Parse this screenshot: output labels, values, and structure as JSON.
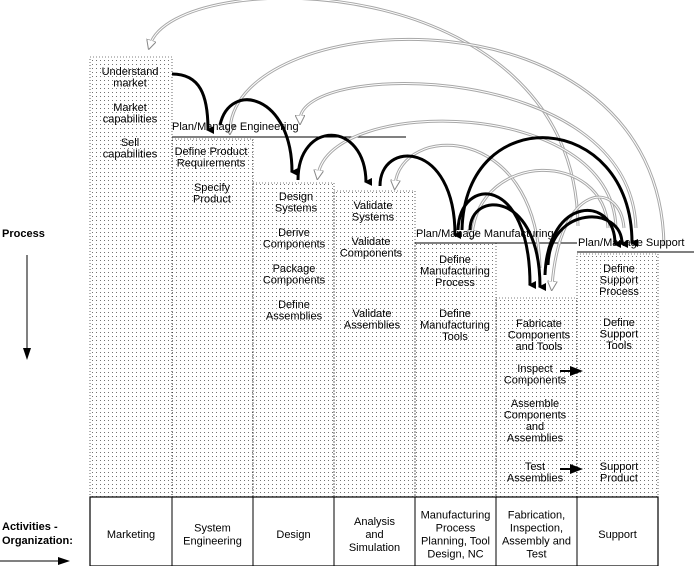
{
  "side_labels": {
    "process": "Process",
    "activities": "Activities -",
    "organization": "Organization:"
  },
  "organizations": [
    [
      "Marketing"
    ],
    [
      "System",
      "Engineering"
    ],
    [
      "Design"
    ],
    [
      "Analysis",
      "and",
      "Simulation"
    ],
    [
      "Manufacturing",
      "Process",
      "Planning, Tool",
      "Design, NC"
    ],
    [
      "Fabrication,",
      "Inspection,",
      "Assembly and",
      "Test"
    ],
    [
      "Support"
    ]
  ],
  "plan_labels": {
    "engineering": "Plan/Manage Engineering",
    "manufacturing": "Plan/Manage Manufacturing",
    "support": "Plan/Manage Support"
  },
  "activities": {
    "understand_market": [
      "Understand",
      "market"
    ],
    "market_capabilities": [
      "Market",
      "capabilities"
    ],
    "sell_capabilities": [
      "Sell",
      "capabilities"
    ],
    "define_product_requirements": [
      "Define Product",
      "Requirements"
    ],
    "specify_product": [
      "Specify",
      "Product"
    ],
    "design_systems": [
      "Design",
      "Systems"
    ],
    "derive_components": [
      "Derive",
      "Components"
    ],
    "package_components": [
      "Package",
      "Components"
    ],
    "define_assemblies": [
      "Define",
      "Assemblies"
    ],
    "validate_systems": [
      "Validate",
      "Systems"
    ],
    "validate_components": [
      "Validate",
      "Components"
    ],
    "validate_assemblies": [
      "Validate",
      "Assemblies"
    ],
    "define_manufacturing_process": [
      "Define",
      "Manufacturing",
      "Process"
    ],
    "define_manufacturing_tools": [
      "Define",
      "Manufacturing",
      "Tools"
    ],
    "fabricate_components_and_tools": [
      "Fabricate",
      "Components",
      "and Tools"
    ],
    "inspect_components": [
      "Inspect",
      "Components"
    ],
    "assemble_components": [
      "Assemble",
      "Components",
      "and",
      "Assemblies"
    ],
    "test_assemblies": [
      "Test",
      "Assemblies"
    ],
    "define_support_process": [
      "Define",
      "Support",
      "Process"
    ],
    "define_support_tools": [
      "Define",
      "Support",
      "Tools"
    ],
    "support_product": [
      "Support",
      "Product"
    ]
  },
  "colors": {
    "feedback_arrow": "#a8a8a8",
    "flow_arrow": "#000000",
    "dot_fill": "#000000"
  }
}
